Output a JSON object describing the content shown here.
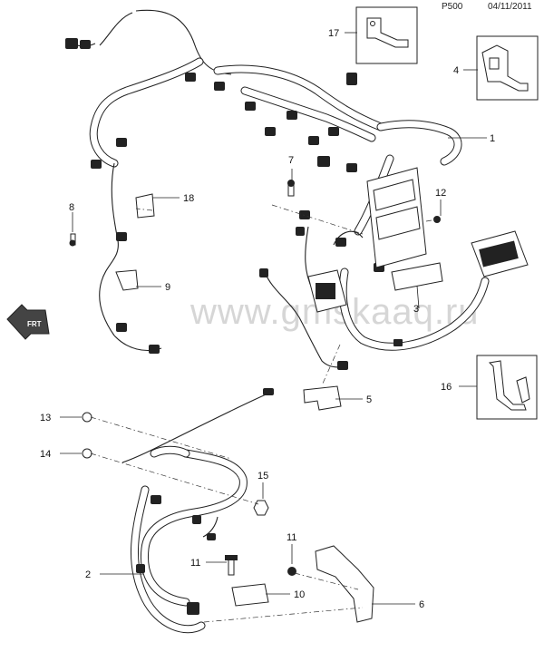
{
  "header": {
    "page_code": "P500",
    "date": "04/11/2011"
  },
  "watermark": "www.gmskaaq.ru",
  "front_indicator": "FRT",
  "callouts": [
    {
      "id": "c1",
      "label": "1"
    },
    {
      "id": "c2",
      "label": "2"
    },
    {
      "id": "c3",
      "label": "3"
    },
    {
      "id": "c4",
      "label": "4"
    },
    {
      "id": "c5",
      "label": "5"
    },
    {
      "id": "c6",
      "label": "6"
    },
    {
      "id": "c7",
      "label": "7"
    },
    {
      "id": "c8",
      "label": "8"
    },
    {
      "id": "c9",
      "label": "9"
    },
    {
      "id": "c10",
      "label": "10"
    },
    {
      "id": "c11a",
      "label": "11"
    },
    {
      "id": "c11b",
      "label": "11"
    },
    {
      "id": "c12",
      "label": "12"
    },
    {
      "id": "c13",
      "label": "13"
    },
    {
      "id": "c14",
      "label": "14"
    },
    {
      "id": "c15",
      "label": "15"
    },
    {
      "id": "c16",
      "label": "16"
    },
    {
      "id": "c17",
      "label": "17"
    },
    {
      "id": "c18",
      "label": "18"
    }
  ]
}
